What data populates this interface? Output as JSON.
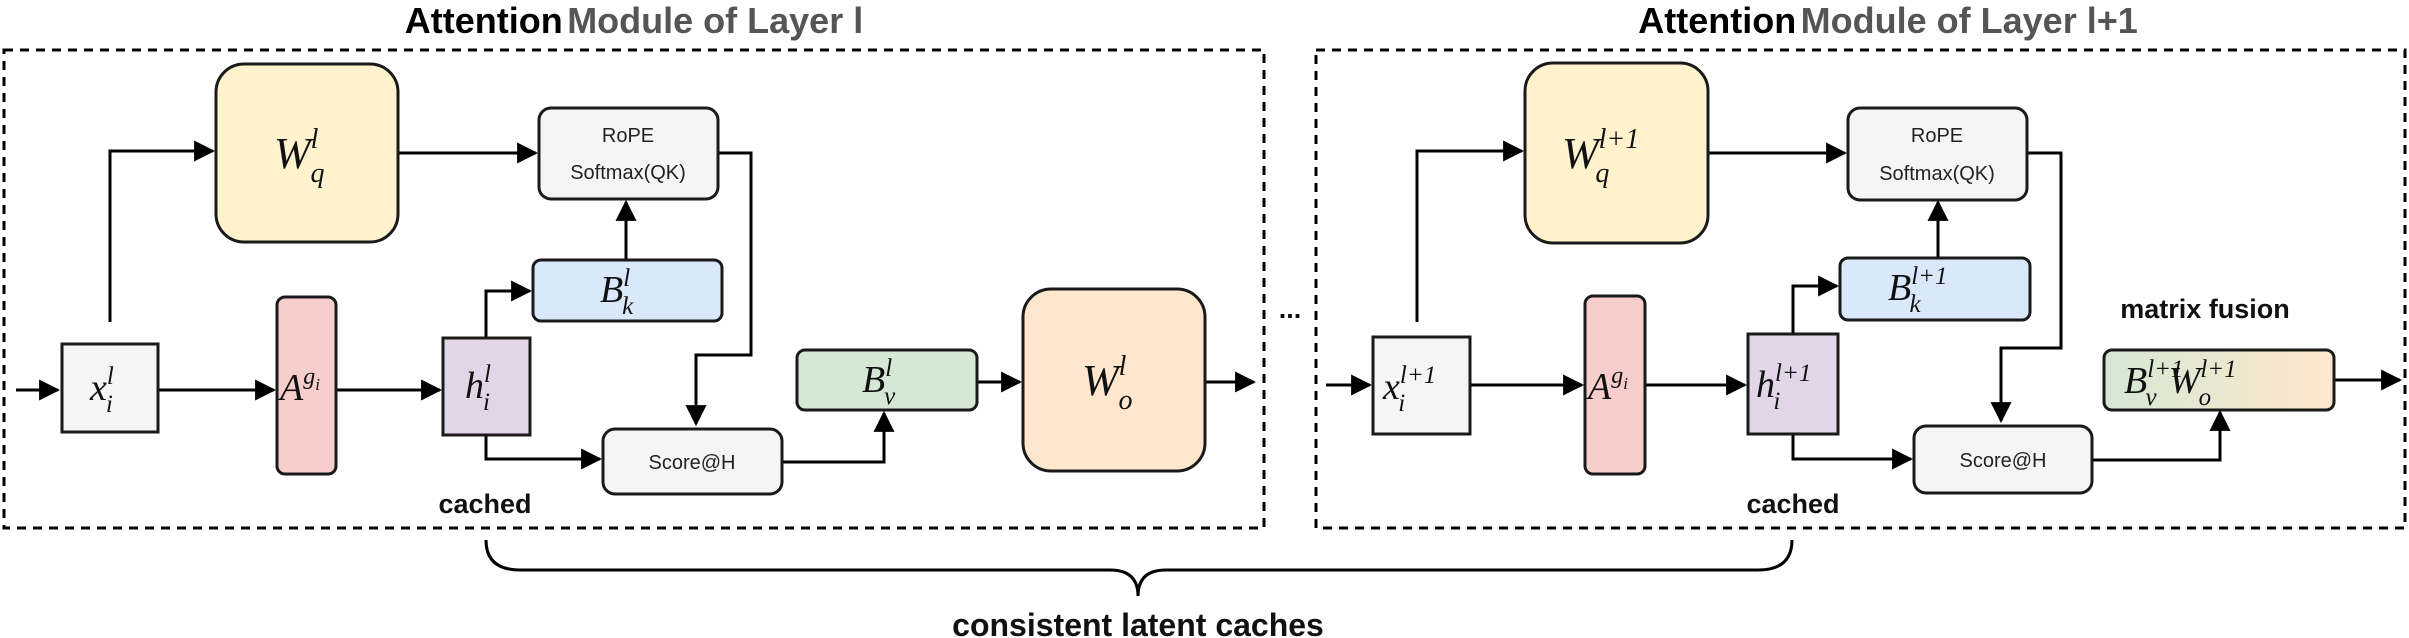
{
  "layer_l": {
    "title_bold": "Attention",
    "title_rest": "Module of Layer l",
    "x": {
      "base": "x",
      "sup": "l",
      "sub": "i"
    },
    "A": {
      "base": "A",
      "sup": "g",
      "supsub": "i"
    },
    "h": {
      "base": "h",
      "sup": "l",
      "sub": "i"
    },
    "Wq": {
      "base": "W",
      "sup": "l",
      "sub": "q"
    },
    "Bk": {
      "base": "B",
      "sup": "l",
      "sub": "k"
    },
    "Bv": {
      "base": "B",
      "sup": "l",
      "sub": "v"
    },
    "Wo": {
      "base": "W",
      "sup": "l",
      "sub": "o"
    },
    "rope_line1": "RoPE",
    "rope_line2": "Softmax(QK)",
    "score": "Score@H",
    "cached": "cached"
  },
  "ellipsis": "...",
  "layer_l1": {
    "title_bold": "Attention",
    "title_rest": "Module of Layer l+1",
    "x": {
      "base": "x",
      "sup": "l+1",
      "sub": "i"
    },
    "A": {
      "base": "A",
      "sup": "g",
      "supsub": "i"
    },
    "h": {
      "base": "h",
      "sup": "l+1",
      "sub": "i"
    },
    "Wq": {
      "base": "W",
      "sup": "l+1",
      "sub": "q"
    },
    "Bk": {
      "base": "B",
      "sup": "l+1",
      "sub": "k"
    },
    "BvWo": {
      "b_base": "B",
      "b_sup": "l+1",
      "b_sub": "v",
      "w_base": "W",
      "w_sup": "l+1",
      "w_sub": "o"
    },
    "rope_line1": "RoPE",
    "rope_line2": "Softmax(QK)",
    "score": "Score@H",
    "cached": "cached",
    "fusion_label": "matrix fusion"
  },
  "bottom_label": "consistent latent caches",
  "colors": {
    "wq_fill": "#fff2cc",
    "a_fill": "#f8cecc",
    "h_fill": "#e1d5e7",
    "bk_fill": "#dae8fc",
    "bv_fill": "#d5e8d4",
    "wo_fill": "#ffe6cc",
    "x_fill": "#f5f5f5",
    "rope_fill": "#f5f5f5"
  }
}
